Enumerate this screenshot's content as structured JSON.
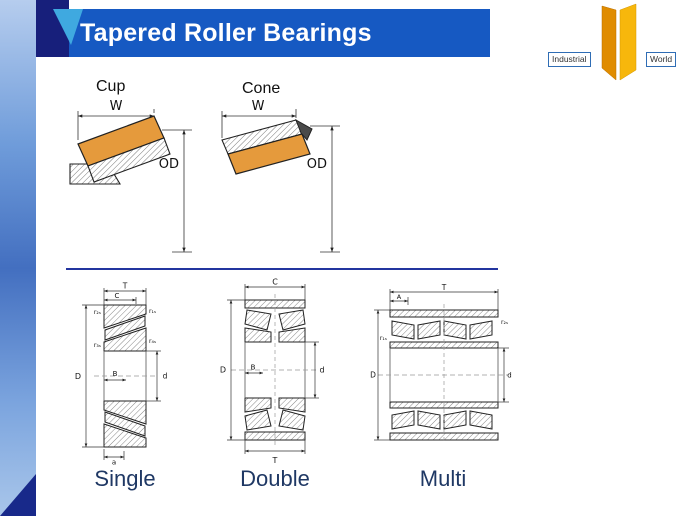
{
  "title": "Tapered Roller Bearings",
  "logo": {
    "industrial": "Industrial",
    "world": "World"
  },
  "top_diagrams": {
    "cup_label": "Cup",
    "cone_label": "Cone",
    "width_label": "W",
    "od_label": "OD"
  },
  "bearings": {
    "single": {
      "caption": "Single",
      "dims": {
        "T": "T",
        "C": "C",
        "B": "B",
        "D": "D",
        "d": "d",
        "a": "a",
        "r1s": "r₁ₛ",
        "r2s": "r₂ₛ",
        "r3s": "r₃ₛ",
        "r4s": "r₄ₛ"
      }
    },
    "double": {
      "caption": "Double",
      "dims": {
        "C": "C",
        "B": "B",
        "D": "D",
        "d": "d",
        "T": "T"
      }
    },
    "multi": {
      "caption": "Multi",
      "dims": {
        "T": "T",
        "A": "A",
        "D": "D",
        "d": "d",
        "r1s": "r₁ₛ",
        "r2s": "r₂ₛ"
      }
    }
  },
  "colors": {
    "header_blue": "#1659C2",
    "corner_navy": "#171F7B",
    "accent_cyan": "#3FA9E0",
    "divider_blue": "#23359F",
    "bearing_orange": "#E59A3C",
    "logo_orange_dark": "#E08C00",
    "logo_orange_light": "#F7B70C",
    "caption_color": "#1F3864"
  }
}
